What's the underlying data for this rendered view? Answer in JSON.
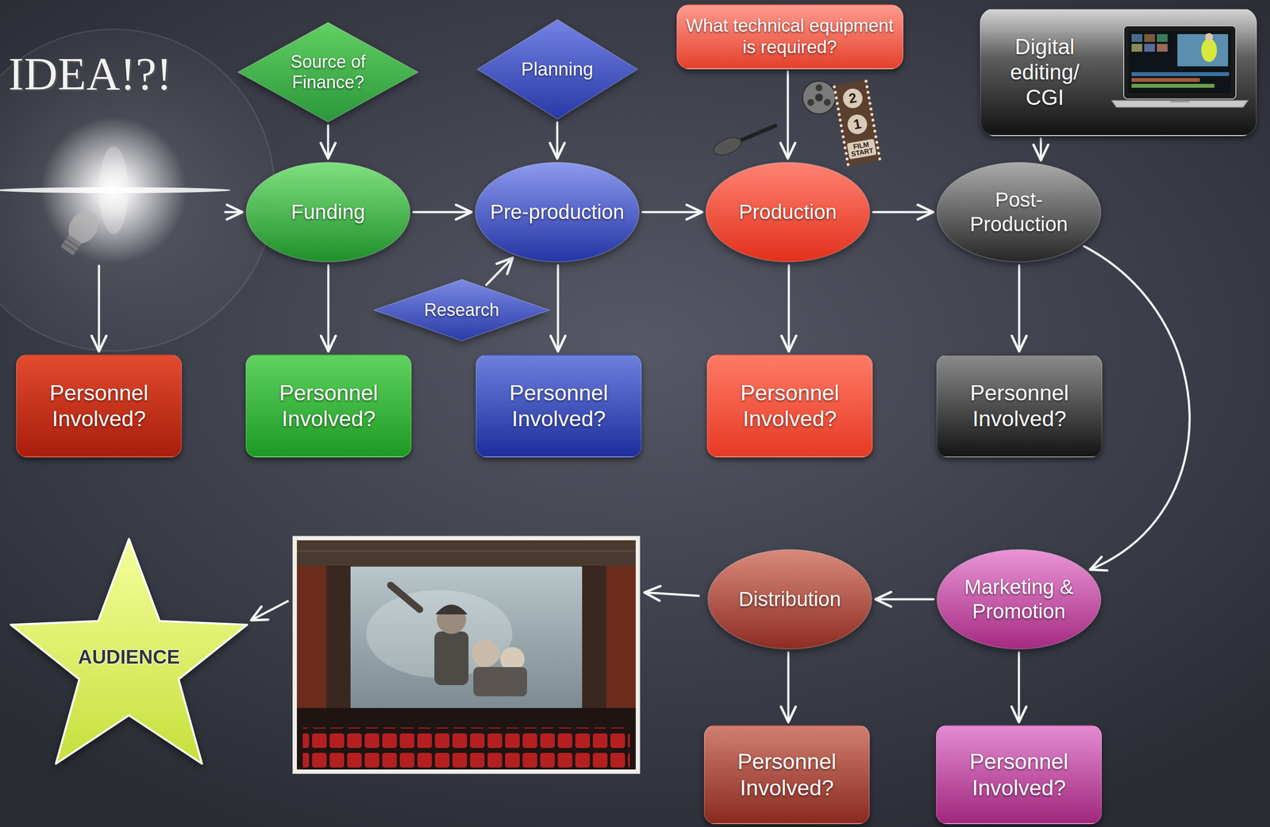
{
  "diagram": {
    "nodes": [
      {
        "text": [
          "IDEA!?!"
        ]
      },
      {
        "text": [
          "Source of Finance?"
        ]
      },
      {
        "text": [
          "Planning"
        ]
      },
      {
        "text": [
          "What technical equipment is required?"
        ]
      },
      {
        "text": [
          "Digital editing/ CGI"
        ]
      },
      {
        "text": [
          "Funding"
        ]
      },
      {
        "text": [
          "Pre-production"
        ]
      },
      {
        "text": [
          "Production"
        ]
      },
      {
        "text": [
          "Post- Production"
        ]
      },
      {
        "text": [
          "Research"
        ]
      },
      {
        "text": [
          "Personnel Involved?"
        ]
      },
      {
        "text": [
          "Personnel Involved?"
        ]
      },
      {
        "text": [
          "Personnel Involved?"
        ]
      },
      {
        "text": [
          "Personnel Involved?"
        ]
      },
      {
        "text": [
          "Personnel Involved?"
        ]
      },
      {
        "text": [
          "AUDIENCE"
        ]
      },
      {
        "text": [
          "Distribution"
        ]
      },
      {
        "text": [
          "Marketing & Promotion"
        ]
      },
      {
        "text": [
          "Personnel Involved?"
        ]
      },
      {
        "text": [
          "Personnel Involved?"
        ]
      }
    ],
    "edges": [
      {
        "from": 0,
        "to": 5,
        "arrow": "to"
      },
      {
        "from": 5,
        "to": 6,
        "arrow": "to"
      },
      {
        "from": 6,
        "to": 7,
        "arrow": "to"
      },
      {
        "from": 7,
        "to": 8,
        "arrow": "to"
      },
      {
        "from": 8,
        "to": 17,
        "arrow": "to"
      },
      {
        "from": 17,
        "to": 16,
        "arrow": "to"
      },
      {
        "from": 1,
        "to": 5,
        "arrow": "to"
      },
      {
        "from": 2,
        "to": 6,
        "arrow": "to"
      },
      {
        "from": 9,
        "to": 6,
        "arrow": "to"
      },
      {
        "from": 3,
        "to": 7,
        "arrow": "to"
      },
      {
        "from": 4,
        "to": 8,
        "arrow": "to"
      },
      {
        "from": 0,
        "to": 10,
        "arrow": "to"
      },
      {
        "from": 5,
        "to": 11,
        "arrow": "to"
      },
      {
        "from": 6,
        "to": 12,
        "arrow": "to"
      },
      {
        "from": 7,
        "to": 13,
        "arrow": "to"
      },
      {
        "from": 8,
        "to": 14,
        "arrow": "to"
      },
      {
        "from": 16,
        "to": 18,
        "arrow": "to"
      },
      {
        "from": 17,
        "to": 19,
        "arrow": "to"
      }
    ],
    "labels": [
      "2",
      "1",
      "FILM START"
    ]
  }
}
